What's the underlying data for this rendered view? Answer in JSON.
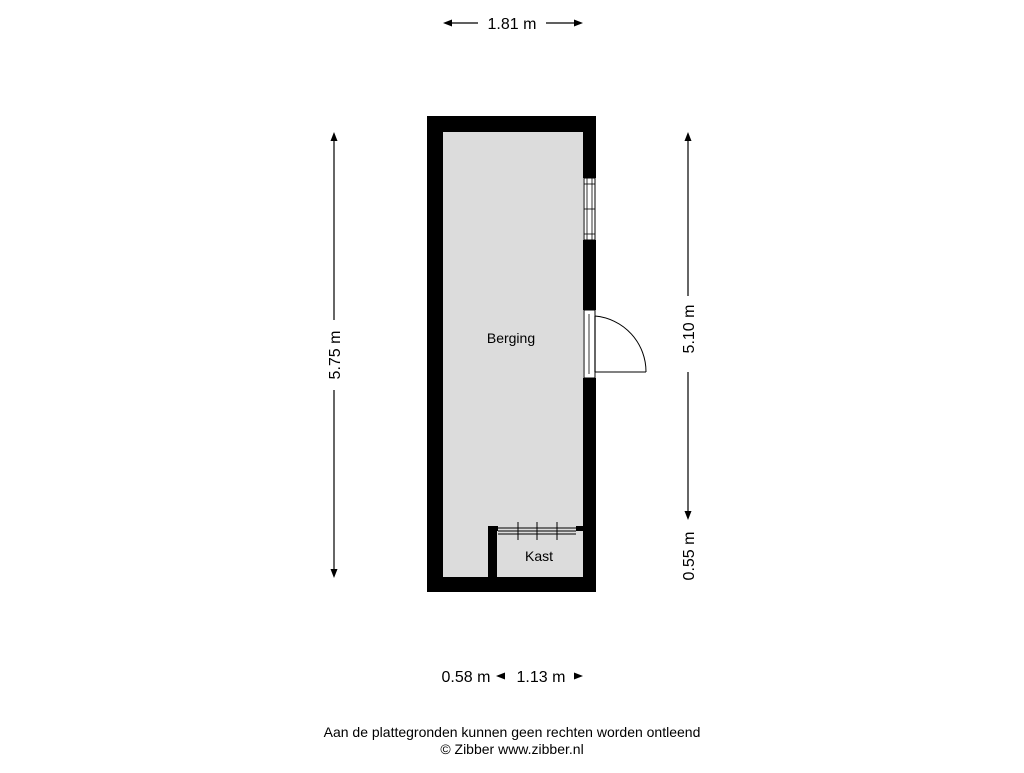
{
  "plan": {
    "rooms": [
      {
        "name": "Berging"
      },
      {
        "name": "Kast"
      }
    ],
    "dimensions": {
      "top_width": "1.81 m",
      "left_height": "5.75 m",
      "right_upper": "5.10 m",
      "right_lower": "0.55 m",
      "bottom_left": "0.58 m",
      "bottom_right": "1.13 m"
    },
    "colors": {
      "wall": "#000000",
      "floor": "#dcdcdc",
      "background": "#ffffff"
    }
  },
  "footer": {
    "disclaimer": "Aan de plattegronden kunnen geen rechten worden ontleend",
    "credit": "© Zibber www.zibber.nl"
  }
}
